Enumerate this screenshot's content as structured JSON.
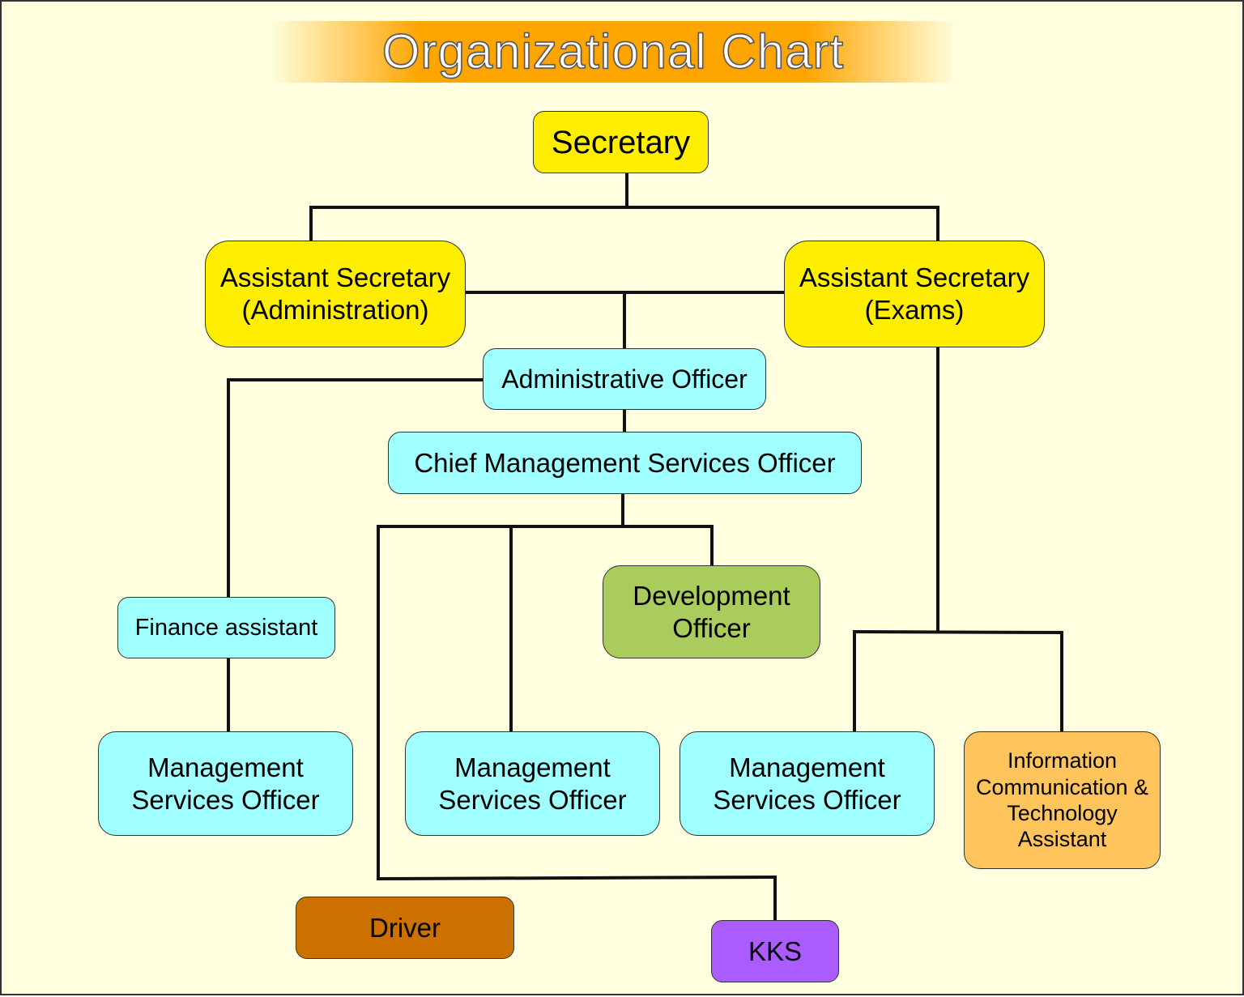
{
  "title": "Organizational Chart",
  "colors": {
    "background": "#ffffe0",
    "banner": "#ffa500",
    "yellow": "#ffee00",
    "cyan": "#a0ffff",
    "green": "#aacc5c",
    "brown": "#cc7000",
    "purple": "#aa5cff",
    "orange": "#ffc45c",
    "line": "#111111"
  },
  "nodes": {
    "secretary": "Secretary",
    "asst_admin": "Assistant Secretary\n(Administration)",
    "asst_exams": "Assistant Secretary\n(Exams)",
    "admin_officer": "Administrative Officer",
    "chief_mso": "Chief Management Services Officer",
    "finance_assistant": "Finance assistant",
    "development_officer": "Development\nOfficer",
    "mso_left": "Management\nServices Officer",
    "mso_center": "Management\nServices Officer",
    "mso_right": "Management\nServices Officer",
    "ict_assistant": "Information\nCommunication &\nTechnology\nAssistant",
    "driver": "Driver",
    "kks": "KKS"
  }
}
